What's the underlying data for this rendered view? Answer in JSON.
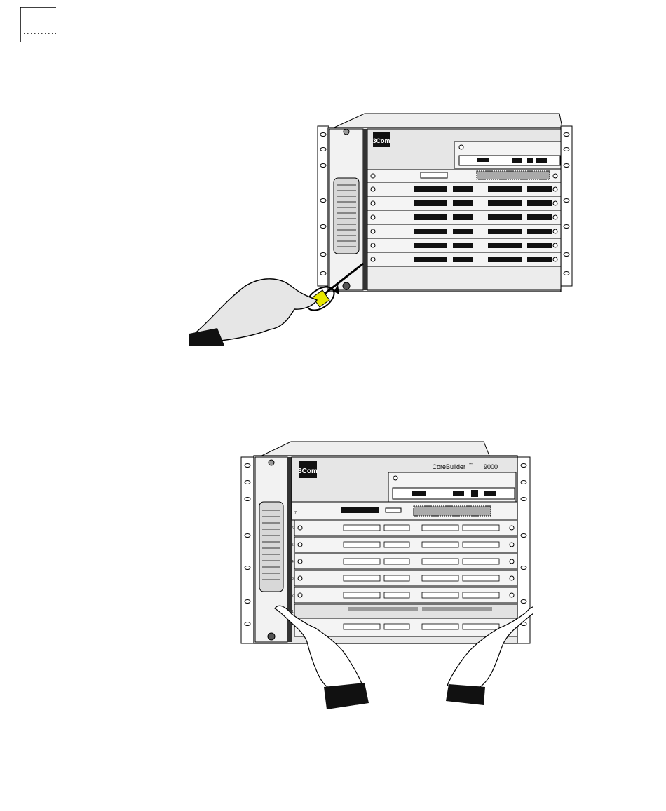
{
  "figure1": {
    "brand_logo": "3Com"
  },
  "figure2": {
    "brand_logo": "3Com",
    "product_name": "CoreBuilder",
    "product_tm": "™",
    "product_model": "9000",
    "slot_numbers": [
      "7",
      "6",
      "5",
      "4",
      "3",
      "2",
      "1"
    ]
  }
}
